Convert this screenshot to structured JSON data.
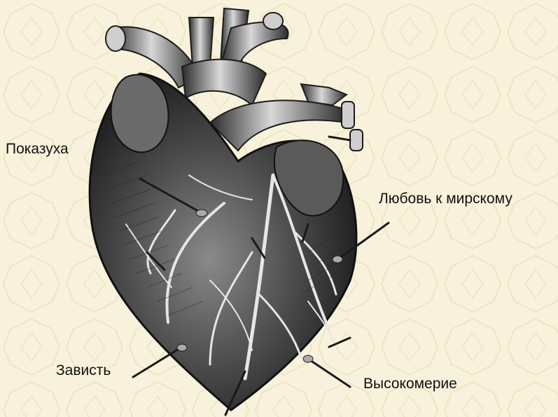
{
  "labels": {
    "pokazukha": "Показуха",
    "lyubov": "Любовь к мирскому",
    "zavist": "Зависть",
    "vysokomerie": "Высокомерие"
  },
  "colors": {
    "background": "#f8f2dc",
    "pattern": "#efe4c0",
    "ink": "#1c1c1c",
    "vessel_highlight": "#e8e8e8",
    "heart_shade": "#3a3a3a"
  }
}
